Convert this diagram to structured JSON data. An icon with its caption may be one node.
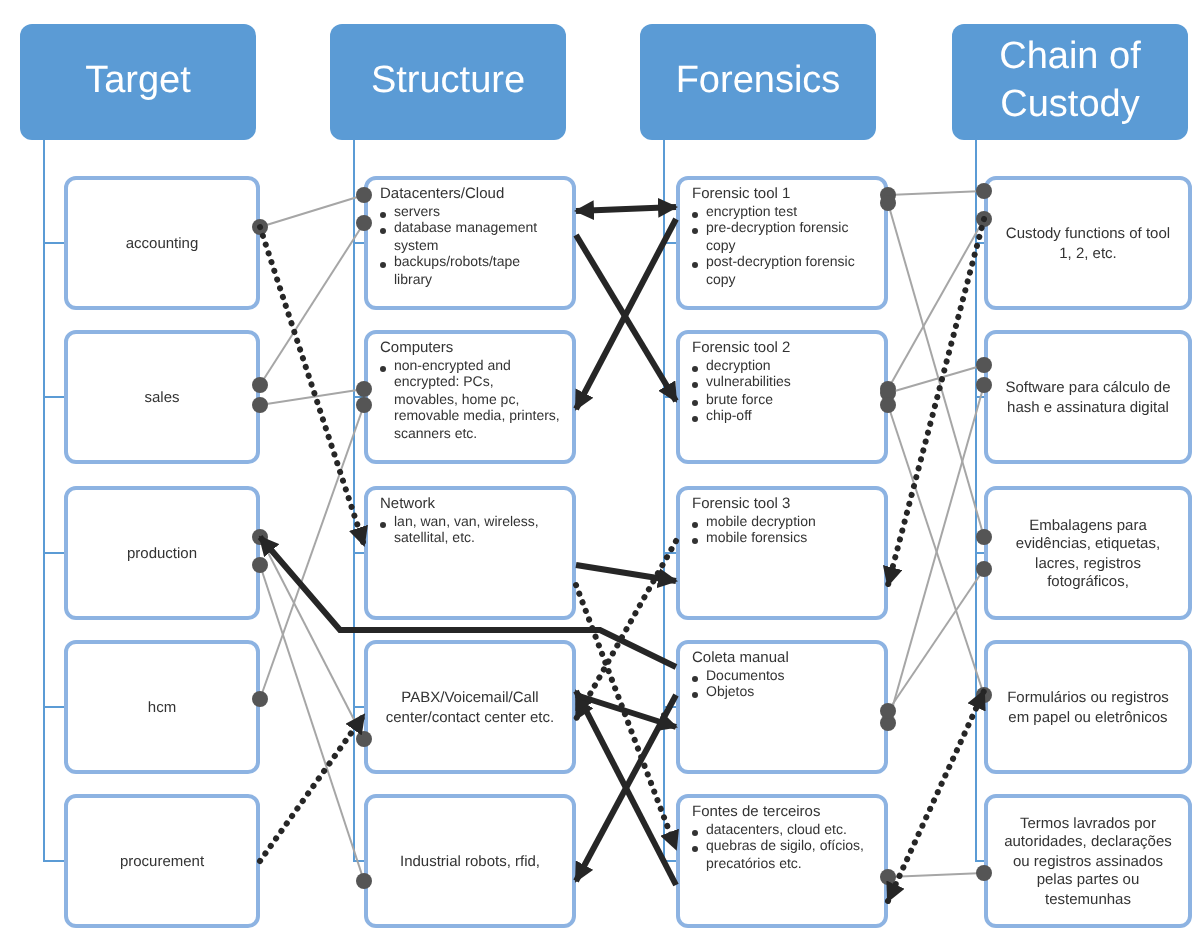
{
  "diagram": {
    "nodes": [
      {
        "text": [
          "Target"
        ]
      },
      {
        "text": [
          "accounting"
        ]
      },
      {
        "text": [
          "sales"
        ]
      },
      {
        "text": [
          "production"
        ]
      },
      {
        "text": [
          "hcm"
        ]
      },
      {
        "text": [
          "procurement"
        ]
      },
      {
        "text": [
          "Structure"
        ]
      },
      {
        "text": [
          "Datacenters/Cloud",
          "servers",
          "database management system",
          "backups/robots/tape library"
        ]
      },
      {
        "text": [
          "Computers",
          "non-encrypted and encrypted: PCs, movables, home pc, removable media, printers, scanners etc."
        ]
      },
      {
        "text": [
          "Network",
          "lan, wan, van, wireless, satellital, etc."
        ]
      },
      {
        "text": [
          "PABX/Voicemail/Call center/contact center etc."
        ]
      },
      {
        "text": [
          "Industrial robots, rfid,"
        ]
      },
      {
        "text": [
          "Forensics"
        ]
      },
      {
        "text": [
          "Forensic tool 1",
          "encryption test",
          "pre-decryption forensic copy",
          "post-decryption forensic copy"
        ]
      },
      {
        "text": [
          "Forensic tool 2",
          "decryption",
          "vulnerabilities",
          "brute force",
          "chip-off"
        ]
      },
      {
        "text": [
          "Forensic tool 3",
          "mobile decryption",
          "mobile forensics"
        ]
      },
      {
        "text": [
          "Coleta manual",
          "Documentos",
          "Objetos"
        ]
      },
      {
        "text": [
          "Fontes de terceiros",
          "datacenters, cloud etc.",
          "quebras de sigilo, ofícios, precatórios etc."
        ]
      },
      {
        "text": [
          "Chain of Custody"
        ]
      },
      {
        "text": [
          "Custody functions of tool 1, 2, etc."
        ]
      },
      {
        "text": [
          "Software para cálculo de hash e assinatura digital"
        ]
      },
      {
        "text": [
          "Embalagens para evidências, etiquetas, lacres, registros fotográficos,"
        ]
      },
      {
        "text": [
          "Formulários ou registros em papel ou eletrônicos"
        ]
      },
      {
        "text": [
          "Termos lavrados por autoridades, declarações ou registros assinados pelas partes ou testemunhas"
        ]
      }
    ],
    "edges": [
      {
        "from": 0,
        "to": 1,
        "arrow": "none"
      },
      {
        "from": 0,
        "to": 2,
        "arrow": "none"
      },
      {
        "from": 0,
        "to": 3,
        "arrow": "none"
      },
      {
        "from": 0,
        "to": 4,
        "arrow": "none"
      },
      {
        "from": 0,
        "to": 5,
        "arrow": "none"
      },
      {
        "from": 6,
        "to": 7,
        "arrow": "none"
      },
      {
        "from": 6,
        "to": 8,
        "arrow": "none"
      },
      {
        "from": 6,
        "to": 9,
        "arrow": "none"
      },
      {
        "from": 6,
        "to": 10,
        "arrow": "none"
      },
      {
        "from": 6,
        "to": 11,
        "arrow": "none"
      },
      {
        "from": 12,
        "to": 13,
        "arrow": "none"
      },
      {
        "from": 12,
        "to": 14,
        "arrow": "none"
      },
      {
        "from": 12,
        "to": 15,
        "arrow": "none"
      },
      {
        "from": 12,
        "to": 16,
        "arrow": "none"
      },
      {
        "from": 12,
        "to": 17,
        "arrow": "none"
      },
      {
        "from": 18,
        "to": 19,
        "arrow": "none"
      },
      {
        "from": 18,
        "to": 20,
        "arrow": "none"
      },
      {
        "from": 18,
        "to": 21,
        "arrow": "none"
      },
      {
        "from": 18,
        "to": 22,
        "arrow": "none"
      },
      {
        "from": 18,
        "to": 23,
        "arrow": "none"
      },
      {
        "from": 1,
        "to": 7,
        "arrow": "other",
        "color": "#a6a6a6"
      },
      {
        "from": 2,
        "to": 7,
        "arrow": "other",
        "color": "#a6a6a6"
      },
      {
        "from": 2,
        "to": 8,
        "arrow": "other",
        "color": "#a6a6a6"
      },
      {
        "from": 3,
        "to": 10,
        "arrow": "other",
        "color": "#a6a6a6"
      },
      {
        "from": 3,
        "to": 11,
        "arrow": "other",
        "color": "#a6a6a6"
      },
      {
        "from": 4,
        "to": 8,
        "arrow": "other",
        "color": "#a6a6a6"
      },
      {
        "from": 1,
        "to": 9,
        "arrow": "to",
        "style": "dashed",
        "color": "#262626"
      },
      {
        "from": 16,
        "to": 3,
        "arrow": "to",
        "style": "thick",
        "color": "#262626"
      },
      {
        "from": 5,
        "to": 10,
        "arrow": "to",
        "style": "dashed",
        "color": "#262626"
      },
      {
        "from": 7,
        "to": 13,
        "arrow": "both",
        "style": "thick",
        "color": "#262626"
      },
      {
        "from": 7,
        "to": 14,
        "arrow": "to",
        "style": "thick",
        "color": "#262626"
      },
      {
        "from": 13,
        "to": 8,
        "arrow": "to",
        "style": "thick",
        "color": "#262626"
      },
      {
        "from": 9,
        "to": 15,
        "arrow": "to",
        "style": "thick",
        "color": "#262626"
      },
      {
        "from": 15,
        "to": 10,
        "arrow": "to",
        "style": "dashed",
        "color": "#262626"
      },
      {
        "from": 9,
        "to": 17,
        "arrow": "to",
        "style": "dashed",
        "color": "#262626"
      },
      {
        "from": 16,
        "to": 11,
        "arrow": "to",
        "style": "thick",
        "color": "#262626"
      },
      {
        "from": 17,
        "to": 10,
        "arrow": "to",
        "style": "thick",
        "color": "#262626"
      },
      {
        "from": 10,
        "to": 16,
        "arrow": "to",
        "style": "thick",
        "color": "#262626"
      },
      {
        "from": 13,
        "to": 19,
        "arrow": "other",
        "color": "#a6a6a6"
      },
      {
        "from": 13,
        "to": 21,
        "arrow": "other",
        "color": "#a6a6a6"
      },
      {
        "from": 14,
        "to": 19,
        "arrow": "other",
        "color": "#a6a6a6"
      },
      {
        "from": 14,
        "to": 20,
        "arrow": "other",
        "color": "#a6a6a6"
      },
      {
        "from": 14,
        "to": 22,
        "arrow": "other",
        "color": "#a6a6a6"
      },
      {
        "from": 16,
        "to": 20,
        "arrow": "other",
        "color": "#a6a6a6"
      },
      {
        "from": 16,
        "to": 21,
        "arrow": "other",
        "color": "#a6a6a6"
      },
      {
        "from": 17,
        "to": 23,
        "arrow": "other",
        "color": "#a6a6a6"
      },
      {
        "from": 19,
        "to": 15,
        "arrow": "to",
        "style": "dashed",
        "color": "#262626"
      },
      {
        "from": 17,
        "to": 22,
        "arrow": "both",
        "style": "dashed",
        "color": "#262626"
      }
    ]
  }
}
